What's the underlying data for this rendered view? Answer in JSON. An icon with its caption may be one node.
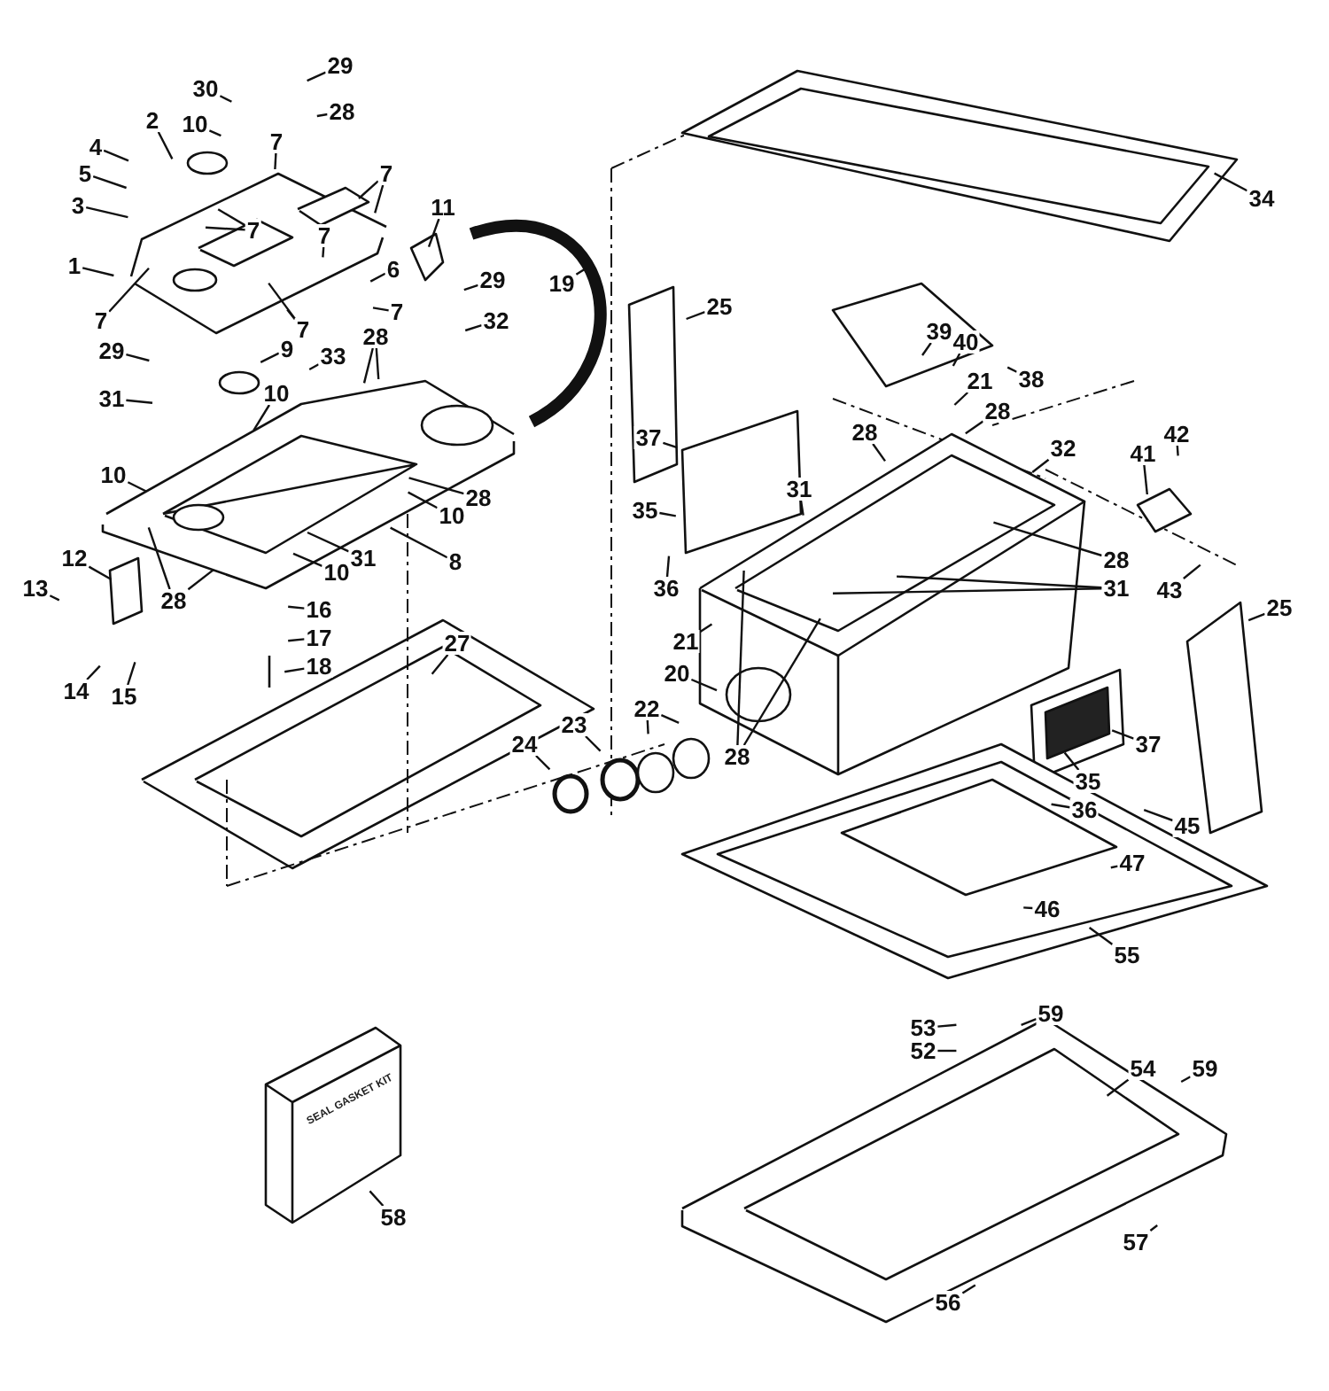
{
  "diagram": {
    "nodes": [
      {
        "text": [
          "29"
        ]
      },
      {
        "text": [
          "30"
        ]
      },
      {
        "text": [
          "10"
        ]
      },
      {
        "text": [
          "28"
        ]
      },
      {
        "text": [
          "2"
        ]
      },
      {
        "text": [
          "7"
        ]
      },
      {
        "text": [
          "4"
        ]
      },
      {
        "text": [
          "7"
        ]
      },
      {
        "text": [
          "5"
        ]
      },
      {
        "text": [
          "3"
        ]
      },
      {
        "text": [
          "11"
        ]
      },
      {
        "text": [
          "7"
        ]
      },
      {
        "text": [
          "7"
        ]
      },
      {
        "text": [
          "1"
        ]
      },
      {
        "text": [
          "6"
        ]
      },
      {
        "text": [
          "29"
        ]
      },
      {
        "text": [
          "19"
        ]
      },
      {
        "text": [
          "7"
        ]
      },
      {
        "text": [
          "7"
        ]
      },
      {
        "text": [
          "7"
        ]
      },
      {
        "text": [
          "32"
        ]
      },
      {
        "text": [
          "29"
        ]
      },
      {
        "text": [
          "9"
        ]
      },
      {
        "text": [
          "33"
        ]
      },
      {
        "text": [
          "28"
        ]
      },
      {
        "text": [
          "31"
        ]
      },
      {
        "text": [
          "10"
        ]
      },
      {
        "text": [
          "10"
        ]
      },
      {
        "text": [
          "28"
        ]
      },
      {
        "text": [
          "10"
        ]
      },
      {
        "text": [
          "28"
        ]
      },
      {
        "text": [
          "31"
        ]
      },
      {
        "text": [
          "8"
        ]
      },
      {
        "text": [
          "10"
        ]
      },
      {
        "text": [
          "12"
        ]
      },
      {
        "text": [
          "13"
        ]
      },
      {
        "text": [
          "16"
        ]
      },
      {
        "text": [
          "17"
        ]
      },
      {
        "text": [
          "18"
        ]
      },
      {
        "text": [
          "27"
        ]
      },
      {
        "text": [
          "14"
        ]
      },
      {
        "text": [
          "15"
        ]
      },
      {
        "text": [
          "34"
        ]
      },
      {
        "text": [
          "39"
        ]
      },
      {
        "text": [
          "40"
        ]
      },
      {
        "text": [
          "38"
        ]
      },
      {
        "text": [
          "25"
        ]
      },
      {
        "text": [
          "21"
        ]
      },
      {
        "text": [
          "28"
        ]
      },
      {
        "text": [
          "37"
        ]
      },
      {
        "text": [
          "28"
        ]
      },
      {
        "text": [
          "32"
        ]
      },
      {
        "text": [
          "41"
        ]
      },
      {
        "text": [
          "42"
        ]
      },
      {
        "text": [
          "35"
        ]
      },
      {
        "text": [
          "31"
        ]
      },
      {
        "text": [
          "28"
        ]
      },
      {
        "text": [
          "31"
        ]
      },
      {
        "text": [
          "36"
        ]
      },
      {
        "text": [
          "43"
        ]
      },
      {
        "text": [
          "25"
        ]
      },
      {
        "text": [
          "21"
        ]
      },
      {
        "text": [
          "20"
        ]
      },
      {
        "text": [
          "22"
        ]
      },
      {
        "text": [
          "28"
        ]
      },
      {
        "text": [
          "23"
        ]
      },
      {
        "text": [
          "24"
        ]
      },
      {
        "text": [
          "37"
        ]
      },
      {
        "text": [
          "35"
        ]
      },
      {
        "text": [
          "36"
        ]
      },
      {
        "text": [
          "45"
        ]
      },
      {
        "text": [
          "47"
        ]
      },
      {
        "text": [
          "46"
        ]
      },
      {
        "text": [
          "55"
        ]
      },
      {
        "text": [
          "59"
        ]
      },
      {
        "text": [
          "53"
        ]
      },
      {
        "text": [
          "52"
        ]
      },
      {
        "text": [
          "54"
        ]
      },
      {
        "text": [
          "59"
        ]
      },
      {
        "text": [
          "58"
        ]
      },
      {
        "text": [
          "57"
        ]
      },
      {
        "text": [
          "56"
        ]
      }
    ],
    "edges": [
      {
        "from": 0,
        "to": null,
        "arrow": "none"
      },
      {
        "from": 1,
        "to": null,
        "arrow": "none"
      },
      {
        "from": 2,
        "to": null,
        "arrow": "none"
      },
      {
        "from": 3,
        "to": null,
        "arrow": "none"
      },
      {
        "from": 4,
        "to": null,
        "arrow": "none"
      },
      {
        "from": 5,
        "to": null,
        "arrow": "none"
      },
      {
        "from": 6,
        "to": null,
        "arrow": "none"
      },
      {
        "from": 7,
        "to": null,
        "arrow": "none"
      },
      {
        "from": 7,
        "to": null,
        "arrow": "none"
      },
      {
        "from": 8,
        "to": null,
        "arrow": "none"
      },
      {
        "from": 9,
        "to": null,
        "arrow": "none"
      },
      {
        "from": 10,
        "to": null,
        "arrow": "none"
      },
      {
        "from": 11,
        "to": null,
        "arrow": "none"
      },
      {
        "from": 11,
        "to": null,
        "arrow": "none"
      },
      {
        "from": 12,
        "to": null,
        "arrow": "none"
      },
      {
        "from": 13,
        "to": null,
        "arrow": "none"
      },
      {
        "from": 14,
        "to": null,
        "arrow": "none"
      },
      {
        "from": 15,
        "to": null,
        "arrow": "none"
      },
      {
        "from": 16,
        "to": null,
        "arrow": "none"
      },
      {
        "from": 17,
        "to": null,
        "arrow": "none"
      },
      {
        "from": 18,
        "to": null,
        "arrow": "none"
      },
      {
        "from": 18,
        "to": null,
        "arrow": "none"
      },
      {
        "from": 19,
        "to": null,
        "arrow": "none"
      },
      {
        "from": 20,
        "to": null,
        "arrow": "none"
      },
      {
        "from": 21,
        "to": null,
        "arrow": "none"
      },
      {
        "from": 22,
        "to": null,
        "arrow": "none"
      },
      {
        "from": 23,
        "to": null,
        "arrow": "none"
      },
      {
        "from": 24,
        "to": null,
        "arrow": "none"
      },
      {
        "from": 24,
        "to": null,
        "arrow": "none"
      },
      {
        "from": 25,
        "to": null,
        "arrow": "none"
      },
      {
        "from": 26,
        "to": null,
        "arrow": "none"
      },
      {
        "from": 27,
        "to": null,
        "arrow": "none"
      },
      {
        "from": 28,
        "to": null,
        "arrow": "none"
      },
      {
        "from": 29,
        "to": null,
        "arrow": "none"
      },
      {
        "from": 30,
        "to": null,
        "arrow": "none"
      },
      {
        "from": 30,
        "to": null,
        "arrow": "none"
      },
      {
        "from": 31,
        "to": null,
        "arrow": "none"
      },
      {
        "from": 32,
        "to": null,
        "arrow": "none"
      },
      {
        "from": 33,
        "to": null,
        "arrow": "none"
      },
      {
        "from": 34,
        "to": null,
        "arrow": "none"
      },
      {
        "from": 35,
        "to": null,
        "arrow": "none"
      },
      {
        "from": 36,
        "to": null,
        "arrow": "none"
      },
      {
        "from": 37,
        "to": null,
        "arrow": "none"
      },
      {
        "from": 38,
        "to": null,
        "arrow": "none"
      },
      {
        "from": 39,
        "to": null,
        "arrow": "none"
      },
      {
        "from": 40,
        "to": null,
        "arrow": "none"
      },
      {
        "from": 41,
        "to": null,
        "arrow": "none"
      },
      {
        "from": 42,
        "to": null,
        "arrow": "none"
      },
      {
        "from": 43,
        "to": null,
        "arrow": "none"
      },
      {
        "from": 44,
        "to": null,
        "arrow": "none"
      },
      {
        "from": 45,
        "to": null,
        "arrow": "none"
      },
      {
        "from": 46,
        "to": null,
        "arrow": "none"
      },
      {
        "from": 47,
        "to": null,
        "arrow": "none"
      },
      {
        "from": 48,
        "to": null,
        "arrow": "none"
      },
      {
        "from": 49,
        "to": null,
        "arrow": "none"
      },
      {
        "from": 50,
        "to": null,
        "arrow": "none"
      },
      {
        "from": 51,
        "to": null,
        "arrow": "none"
      },
      {
        "from": 52,
        "to": null,
        "arrow": "none"
      },
      {
        "from": 53,
        "to": null,
        "arrow": "none"
      },
      {
        "from": 54,
        "to": null,
        "arrow": "none"
      },
      {
        "from": 55,
        "to": null,
        "arrow": "none"
      },
      {
        "from": 56,
        "to": null,
        "arrow": "none"
      },
      {
        "from": 57,
        "to": null,
        "arrow": "none"
      },
      {
        "from": 57,
        "to": null,
        "arrow": "none"
      },
      {
        "from": 58,
        "to": null,
        "arrow": "none"
      },
      {
        "from": 59,
        "to": null,
        "arrow": "none"
      },
      {
        "from": 60,
        "to": null,
        "arrow": "none"
      },
      {
        "from": 61,
        "to": null,
        "arrow": "none"
      },
      {
        "from": 62,
        "to": null,
        "arrow": "none"
      },
      {
        "from": 63,
        "to": null,
        "arrow": "none"
      },
      {
        "from": 63,
        "to": null,
        "arrow": "none"
      },
      {
        "from": 64,
        "to": null,
        "arrow": "none"
      },
      {
        "from": 64,
        "to": null,
        "arrow": "none"
      },
      {
        "from": 65,
        "to": null,
        "arrow": "none"
      },
      {
        "from": 66,
        "to": null,
        "arrow": "none"
      },
      {
        "from": 67,
        "to": null,
        "arrow": "none"
      },
      {
        "from": 68,
        "to": null,
        "arrow": "none"
      },
      {
        "from": 69,
        "to": null,
        "arrow": "none"
      },
      {
        "from": 70,
        "to": null,
        "arrow": "none"
      },
      {
        "from": 71,
        "to": null,
        "arrow": "none"
      },
      {
        "from": 72,
        "to": null,
        "arrow": "none"
      },
      {
        "from": 73,
        "to": null,
        "arrow": "none"
      },
      {
        "from": 74,
        "to": null,
        "arrow": "none"
      },
      {
        "from": 75,
        "to": null,
        "arrow": "none"
      },
      {
        "from": 76,
        "to": null,
        "arrow": "none"
      },
      {
        "from": 77,
        "to": null,
        "arrow": "none"
      },
      {
        "from": 78,
        "to": null,
        "arrow": "none"
      },
      {
        "from": 79,
        "to": null,
        "arrow": "none"
      },
      {
        "from": 80,
        "to": null,
        "arrow": "none"
      },
      {
        "from": 81,
        "to": null,
        "arrow": "none"
      }
    ],
    "labels": [
      "SEAL GASKET KIT"
    ]
  }
}
